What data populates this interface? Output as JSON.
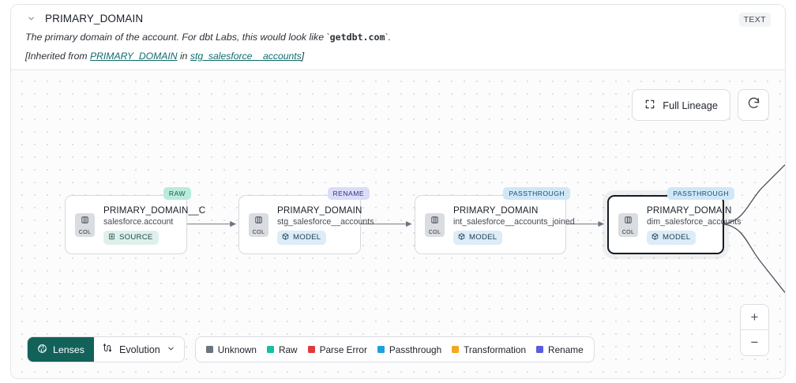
{
  "header": {
    "collapse_icon": "chevron-down-icon",
    "title": "PRIMARY_DOMAIN",
    "type_badge": "TEXT",
    "description_pre": "The primary domain of the account. For dbt Labs, this would look like `",
    "description_code": "getdbt.com",
    "description_post": "`.",
    "inherited_prefix": "[Inherited from ",
    "inherited_column": "PRIMARY_DOMAIN",
    "inherited_join": " in ",
    "inherited_table": "stg_salesforce__accounts",
    "inherited_suffix": "]"
  },
  "canvas": {
    "full_lineage_label": "Full Lineage",
    "full_lineage_icon": "expand-icon",
    "refresh_icon": "refresh-icon",
    "zoom_in_label": "+",
    "zoom_out_label": "−"
  },
  "nodes": [
    {
      "id": "node-1",
      "chip_label": "COL",
      "chip_icon": "columns-icon",
      "column": "PRIMARY_DOMAIN__C",
      "table": "salesforce.account",
      "kind": "SOURCE",
      "kind_icon": "database-icon",
      "kind_class": "kind-source",
      "tag": "RAW",
      "tag_class": "tag-raw",
      "selected": false
    },
    {
      "id": "node-2",
      "chip_label": "COL",
      "chip_icon": "columns-icon",
      "column": "PRIMARY_DOMAIN",
      "table": "stg_salesforce__accounts",
      "kind": "MODEL",
      "kind_icon": "cube-icon",
      "kind_class": "kind-model",
      "tag": "RENAME",
      "tag_class": "tag-rename",
      "selected": false
    },
    {
      "id": "node-3",
      "chip_label": "COL",
      "chip_icon": "columns-icon",
      "column": "PRIMARY_DOMAIN",
      "table": "int_salesforce__accounts_joined",
      "kind": "MODEL",
      "kind_icon": "cube-icon",
      "kind_class": "kind-model",
      "tag": "PASSTHROUGH",
      "tag_class": "tag-passthrough",
      "selected": false
    },
    {
      "id": "node-4",
      "chip_label": "COL",
      "chip_icon": "columns-icon",
      "column": "PRIMARY_DOMAIN",
      "table": "dim_salesforce_accounts",
      "kind": "MODEL",
      "kind_icon": "cube-icon",
      "kind_class": "kind-model",
      "tag": "PASSTHROUGH",
      "tag_class": "tag-passthrough",
      "selected": true
    }
  ],
  "toolbar": {
    "lenses_label": "Lenses",
    "lenses_icon": "aperture-icon",
    "evolution_label": "Evolution",
    "evolution_icon": "evolution-arrows-icon",
    "evolution_chevron": "chevron-down-icon"
  },
  "legend": [
    {
      "label": "Unknown",
      "color": "#6b7280"
    },
    {
      "label": "Raw",
      "color": "#16c0a0"
    },
    {
      "label": "Parse Error",
      "color": "#e03b3b"
    },
    {
      "label": "Passthrough",
      "color": "#1e9fe0"
    },
    {
      "label": "Transformation",
      "color": "#f5a623"
    },
    {
      "label": "Rename",
      "color": "#5b5be0"
    }
  ],
  "colors": {
    "accent_teal": "#13625a",
    "link": "#0f6b6b",
    "canvas_bg": "#fcfcfd"
  }
}
